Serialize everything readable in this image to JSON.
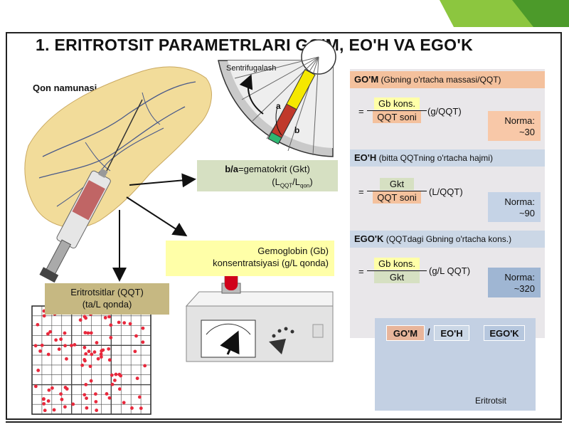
{
  "title": "1.  ERITROTSIT PARAMETRLARI GO'M, EO'H VA EGO'K",
  "sample_label": "Qon namunasi",
  "centrifuge": {
    "label": "Sentrifugalash",
    "a": "a",
    "b": "b"
  },
  "hematocrit": {
    "bold": "b/a",
    "text": "=gematokrit (Gkt)",
    "sub": "(L",
    "sub_qqt": "QQT",
    "slash": "/L",
    "sub_qon": "qon",
    "close": ")"
  },
  "hemoglobin": {
    "line1": "Gemoglobin (Gb)",
    "line2": "konsentratsiyasi (g/L qonda)"
  },
  "rbc": {
    "line1": "Eritrotsitlar (QQT)",
    "line2": "(ta/L qonda)"
  },
  "mch": {
    "abbr": "GO'M",
    "desc": "(Gbning o'rtacha massasi/QQT)",
    "eq": "=",
    "numerator": "Gb kons.",
    "denominator": "QQT soni",
    "unit": "(g/QQT)",
    "norma_label": "Norma:",
    "norma_value": "~30"
  },
  "mcv": {
    "abbr": "EO'H",
    "desc": "(bitta QQTning o'rtacha hajmi)",
    "eq": "=",
    "numerator": "Gkt",
    "denominator": "QQT soni",
    "unit": "(L/QQT)",
    "norma_label": "Norma:",
    "norma_value": "~90"
  },
  "mchc": {
    "abbr": "EGO'K",
    "desc": "(QQTdagi Gbning o'rtacha kons.)",
    "eq": "=",
    "numerator": "Gb kons.",
    "denominator": "Gkt",
    "unit": "(g/L QQT)",
    "norma_label": "Norma:",
    "norma_value": "~320"
  },
  "cell": {
    "tag1": "GO'M",
    "sep": "/",
    "tag2": "EO'H",
    "tag3": "EGO'K",
    "label": "Eritrotsit"
  },
  "colors": {
    "orange": "#f4c19d",
    "blue": "#cbd7e6",
    "green": "#d6e0c2",
    "yellow": "#ffffa8",
    "tan": "#c6b882",
    "accent_green": "#8cc63f"
  }
}
